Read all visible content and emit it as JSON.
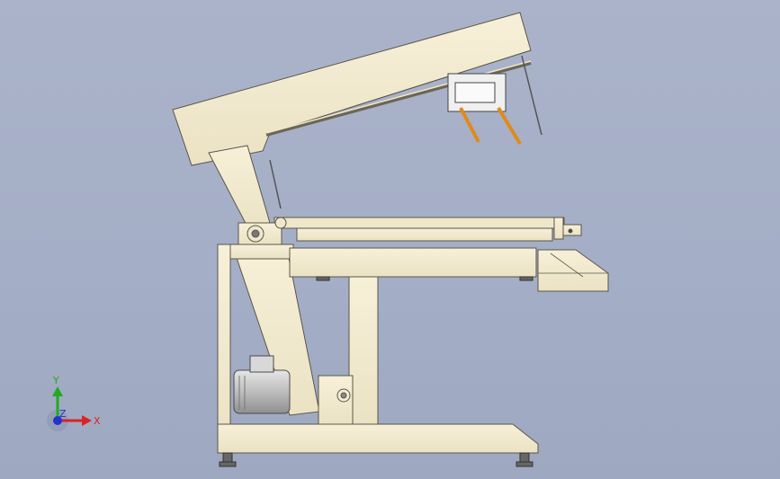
{
  "viewport": {
    "triad": {
      "y_label": "Y",
      "x_label": "X",
      "z_label": "Z"
    }
  },
  "colors": {
    "background": "#a9b2c8",
    "machine_body": "#f3ebd0",
    "machine_edge": "#5b5648",
    "shadow": "#d6cdae",
    "motor_gray": "#c9c9c9",
    "orange_tool": "#e08a1a",
    "axis_y": "#22aa22",
    "axis_x": "#dd2222",
    "axis_z": "#2233cc"
  },
  "model": {
    "name_icon": "cad-machine-assembly",
    "parts": [
      "upper-arm-icon",
      "column-icon",
      "worktable-icon",
      "base-frame-icon",
      "motor-icon",
      "gearbox-icon",
      "control-box-icon",
      "tool-head-icon",
      "leveling-foot-icon"
    ]
  }
}
